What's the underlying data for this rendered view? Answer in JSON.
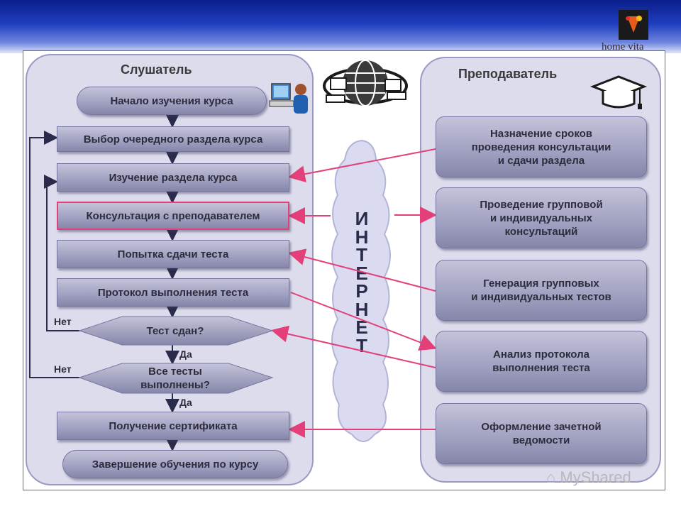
{
  "branding": {
    "logo_text": "home vita",
    "watermark": "MyShared"
  },
  "left_panel": {
    "title": "Слушатель"
  },
  "right_panel": {
    "title": "Преподаватель"
  },
  "center": {
    "label_letters": [
      "И",
      "Н",
      "Т",
      "Е",
      "Р",
      "Н",
      "Е",
      "Т"
    ]
  },
  "student_steps": {
    "start": "Начало изучения курса",
    "choose_section": "Выбор очередного раздела курса",
    "study_section": "Изучение раздела курса",
    "consultation": "Консультация с преподавателем",
    "test_attempt": "Попытка сдачи теста",
    "test_protocol": "Протокол выполнения теста",
    "test_passed": "Тест сдан?",
    "all_tests_line1": "Все тесты",
    "all_tests_line2": "выполнены?",
    "certificate": "Получение сертификата",
    "finish": "Завершение обучения по курсу"
  },
  "decision_labels": {
    "no_1": "Нет",
    "yes_1": "Да",
    "no_2": "Нет",
    "yes_2": "Да"
  },
  "teacher_steps": {
    "deadlines": [
      "Назначение сроков",
      "проведения консультации",
      "и сдачи раздела"
    ],
    "consultations": [
      "Проведение групповой",
      "и индивидуальных",
      "консультаций"
    ],
    "tests_generation": [
      "Генерация групповых",
      "и индивидуальных тестов"
    ],
    "protocol_analysis": [
      "Анализ протокола",
      "выполнения теста"
    ],
    "record_sheet": [
      "Оформление зачетной",
      "ведомости"
    ]
  },
  "colors": {
    "connector": "#e3407a",
    "flow_arrow": "#2a2a4a",
    "box_fill": "#a7a7c6",
    "panel_fill": "#dcdcec"
  }
}
